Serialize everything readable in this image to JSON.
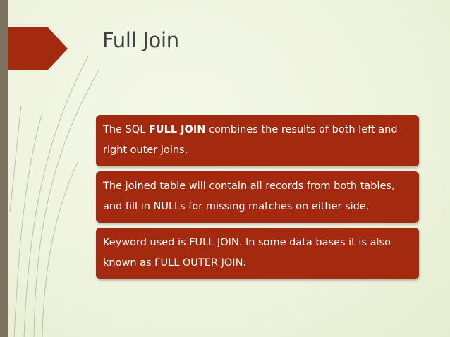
{
  "slide": {
    "title": "Full Join",
    "boxes": [
      {
        "before": "The SQL ",
        "bold": "FULL JOIN",
        "after": " combines the results of both left and right outer joins."
      },
      {
        "text": "The joined table will contain all records from both tables, and fill in NULLs for missing matches on either side."
      },
      {
        "text": "Keyword used is FULL JOIN. In some data bases it is also known as FULL OUTER JOIN."
      }
    ]
  },
  "colors": {
    "accent": "#a3290f",
    "left_bar": "#7b735f",
    "title_text": "#404040",
    "background": "#eef3de"
  }
}
